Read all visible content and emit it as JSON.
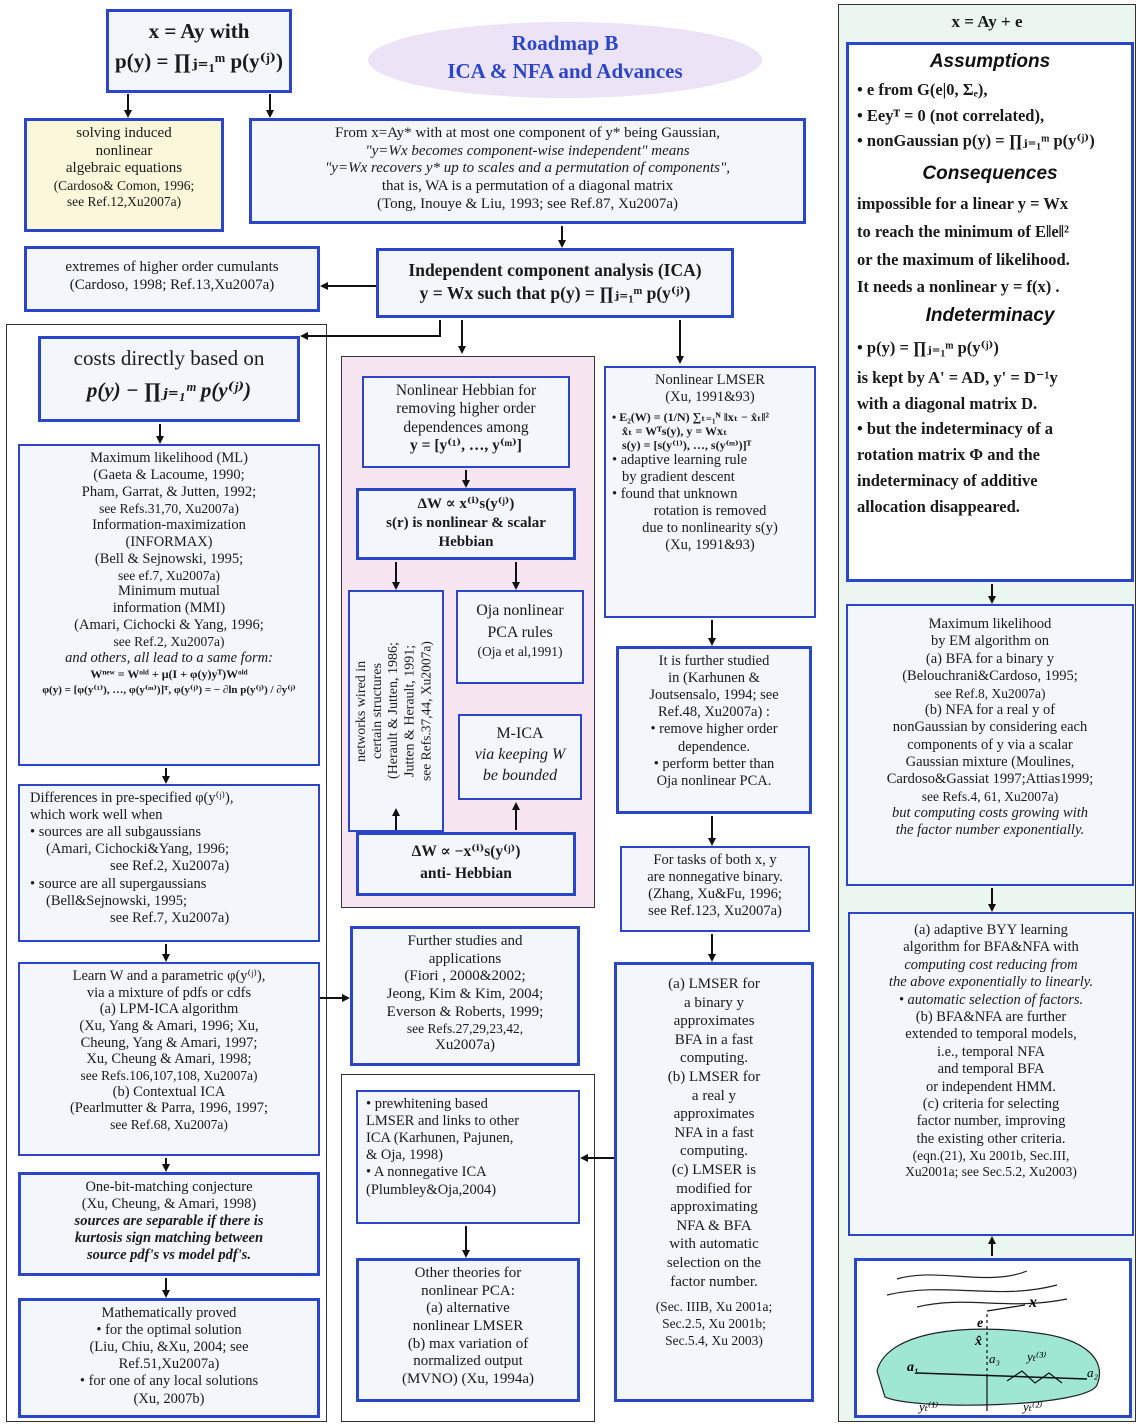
{
  "colors": {
    "box_border": "#2b46c8",
    "box_fill": "#f3f6fb",
    "pink_panel": "#f7e6f1",
    "mint_panel": "#eaf6ee",
    "title_text": "#2b46c8",
    "title_ellipse": "#ece4f6"
  },
  "top_eq": {
    "line1": "x = Ay with",
    "line2": "p(y) = ∏ⱼ₌₁ᵐ p(y⁽ʲ⁾)"
  },
  "title": {
    "line1": "Roadmap B",
    "line2": "ICA & NFA and Advances"
  },
  "solving": {
    "lines": [
      "solving induced",
      "nonlinear",
      "algebraic equations",
      "(Cardoso& Comon, 1996;",
      "see Ref.12,Xu2007a)"
    ]
  },
  "fromx": {
    "lines": [
      "From x=Ay* with at most one component of  y* being Gaussian,",
      "\"y=Wx becomes component-wise independent\" means",
      "\"y=Wx recovers y* up to scales and a permutation of components\",",
      "that is, WA is a permutation of a diagonal matrix",
      "(Tong, Inouye & Liu, 1993; see Ref.87, Xu2007a)"
    ]
  },
  "extremes": {
    "lines": [
      "extremes of higher order cumulants",
      "(Cardoso, 1998; Ref.13,Xu2007a)"
    ]
  },
  "ica": {
    "line1": "Independent component analysis (ICA)",
    "line2": "y = Wx such that p(y) = ∏ⱼ₌₁ᵐ p(y⁽ʲ⁾)"
  },
  "costs": {
    "line1": "costs directly based on",
    "line2": "p(y) − ∏ⱼ₌₁ᵐ p(y⁽ʲ⁾)"
  },
  "ml": {
    "lines": [
      "Maximum likelihood (ML)",
      "(Gaeta & Lacoume, 1990;",
      "Pham, Garrat, & Jutten, 1992;",
      "see Refs.31,70, Xu2007a)",
      "Information-maximization",
      "(INFORMAX)",
      "(Bell & Sejnowski, 1995;",
      "see ef.7, Xu2007a)",
      "Minimum mutual",
      "information (MMI)",
      "(Amari, Cichocki & Yang, 1996;",
      "see Ref.2, Xu2007a)"
    ],
    "and_others": "and others, all lead to a same form:",
    "eq1": "Wⁿᵉʷ = Wᵒˡᵈ + μ(I + φ(y)yᵀ)Wᵒˡᵈ",
    "eq2": "φ(y) = [φ(y⁽¹⁾), …, φ(y⁽ᵐ⁾)]ᵀ,  φ(y⁽ʲ⁾) = − ∂ln p(y⁽ʲ⁾) / ∂y⁽ʲ⁾"
  },
  "differences": {
    "lines": [
      "Differences in pre-specified φ(y⁽ʲ⁾),",
      "which work well when",
      "• sources are all subgaussians",
      "(Amari, Cichocki&Yang, 1996;",
      "see Ref.2, Xu2007a)",
      "• source are all supergaussians",
      "(Bell&Sejnowski, 1995;",
      "see Ref.7, Xu2007a)"
    ]
  },
  "learn": {
    "lines": [
      "Learn W and a parametric φ(y⁽ʲ⁾),",
      "via a mixture of pdfs or cdfs",
      "(a) LPM-ICA algorithm",
      "(Xu, Yang & Amari, 1996; Xu,",
      "Cheung, Yang & Amari, 1997;",
      "Xu, Cheung & Amari, 1998;",
      "see Refs.106,107,108, Xu2007a)",
      "(b) Contextual ICA",
      "(Pearlmutter & Parra, 1996, 1997;",
      "see Ref.68, Xu2007a)"
    ]
  },
  "onebit": {
    "lines": [
      "One-bit-matching conjecture",
      "(Xu, Cheung, & Amari, 1998)",
      "sources are separable if there is",
      "kurtosis sign matching between",
      "source pdf's vs model pdf's."
    ]
  },
  "proved": {
    "lines": [
      "Mathematically proved",
      "• for the optimal solution",
      "(Liu, Chiu, &Xu, 2004; see",
      "Ref.51,Xu2007a)",
      "• for one of any local solutions",
      "(Xu, 2007b)"
    ]
  },
  "hebb": {
    "lines": [
      "Nonlinear Hebbian for",
      "removing higher order",
      "dependences among",
      "y = [y⁽¹⁾, …, y⁽ᵐ⁾]"
    ]
  },
  "dw_hebb": {
    "line1": "ΔW ∝ x⁽ⁱ⁾s(y⁽ʲ⁾)",
    "line2": "s(r) is nonlinear & scalar",
    "line3": "Hebbian"
  },
  "networks": {
    "lines": [
      "networks wired in",
      "certain structures",
      "(Herault & Jutten, 1986;",
      "Jutten & Herault, 1991;",
      "see Refs.37,44, Xu2007a)"
    ]
  },
  "oja": {
    "lines": [
      "Oja nonlinear",
      "PCA rules",
      "(Oja et al,1991)"
    ]
  },
  "mica": {
    "lines": [
      "M-ICA",
      "via keeping W",
      "be bounded"
    ]
  },
  "dw_anti": {
    "line1": "ΔW ∝ −x⁽ⁱ⁾s(y⁽ʲ⁾)",
    "line2": "anti- Hebbian"
  },
  "further": {
    "lines": [
      "Further studies and",
      "applications",
      "(Fiori , 2000&2002;",
      "Jeong, Kim & Kim, 2004;",
      "Everson & Roberts, 1999;",
      "see Refs.27,29,23,42,",
      "Xu2007a)"
    ]
  },
  "prewhite": {
    "lines": [
      "• prewhitening based",
      "LMSER and links to other",
      "ICA (Karhunen, Pajunen,",
      "& Oja, 1998)",
      "• A nonnegative ICA",
      "(Plumbley&Oja,2004)"
    ]
  },
  "other": {
    "lines": [
      "Other theories for",
      "nonlinear PCA:",
      "(a)   alternative",
      "nonlinear LMSER",
      "(b) max variation of",
      "normalized output",
      "(MVNO) (Xu, 1994a)"
    ]
  },
  "lmser": {
    "line1": "Nonlinear LMSER",
    "line2": "(Xu, 1991&93)",
    "eqs": [
      "• E₂(W) = (1/N) ∑ₜ₌₁ᴺ ‖xₜ − x̂ₜ‖²",
      "x̂ₜ = Wᵀs(y), y = Wxₜ",
      "s(y) = [s(y⁽¹⁾), …, s(y⁽ᵐ⁾)]ᵀ"
    ],
    "lines": [
      "• adaptive learning rule",
      "by gradient descent",
      "• found that unknown",
      "rotation is removed",
      "due to nonlinearity s(y)",
      "(Xu, 1991&93)"
    ]
  },
  "studied": {
    "lines": [
      "It is further studied",
      "in (Karhunen &",
      "Joutsensalo, 1994; see",
      "Ref.48, Xu2007a) :",
      "• remove higher order",
      "dependence.",
      "• perform better than",
      "Oja nonlinear PCA."
    ]
  },
  "tasks": {
    "lines": [
      "For tasks of both x, y",
      "are nonnegative binary.",
      "(Zhang, Xu&Fu, 1996;",
      "see Ref.123, Xu2007a)"
    ]
  },
  "binary": {
    "lines": [
      "(a)   LMSER for",
      "a binary y",
      "approximates",
      "BFA in a fast",
      "computing.",
      "(b) LMSER for",
      "a real y",
      "approximates",
      "NFA in a fast",
      "computing.",
      "(c) LMSER is",
      "modified for",
      "approximating",
      "NFA & BFA",
      "with automatic",
      "selection on the",
      "factor number.",
      "",
      "(Sec. IIIB, Xu 2001a;",
      "Sec.2.5, Xu 2001b;",
      "Sec.5.4, Xu 2003)"
    ]
  },
  "right": {
    "header": "x = Ay + e",
    "assumptions": "Assumptions",
    "a1": "e  from  G(e|0, Σₑ),",
    "a2": "Eeyᵀ = 0     (not correlated),",
    "a3": "nonGaussian   p(y) = ∏ⱼ₌₁ᵐ p(y⁽ʲ⁾)",
    "consequences": "Consequences",
    "c_lines": [
      "impossible for a linear  y = Wx",
      "to reach the minimum of  E‖e‖²",
      "or the maximum of likelihood.",
      "It needs a nonlinear  y = f(x) ."
    ],
    "indeterminacy": "Indeterminacy",
    "i1": "p(y) = ∏ⱼ₌₁ᵐ p(y⁽ʲ⁾)",
    "i_lines": [
      "is kept by  A' = AD, y' = D⁻¹y",
      "with a diagonal  matrix  D.",
      "• but the indeterminacy of a",
      "rotation matrix  Φ  and the",
      "indeterminacy of additive",
      "allocation disappeared."
    ]
  },
  "ml_em": {
    "lines": [
      "Maximum likelihood",
      "by EM algorithm on",
      "(a) BFA for a binary y",
      "(Belouchrani&Cardoso, 1995;",
      "see Ref.8, Xu2007a)",
      "(b) NFA for a real y of",
      "nonGaussian by considering each",
      "components of y via a scalar",
      "Gaussian mixture (Moulines,",
      "Cardoso&Gassiat 1997;Attias1999;",
      "see Refs.4, 61, Xu2007a)",
      "but computing costs growing with",
      "the factor number exponentially."
    ]
  },
  "byy": {
    "lines": [
      "(a)    adaptive BYY learning",
      "algorithm for BFA&NFA with",
      "computing cost reducing from",
      "the above exponentially to linearly.",
      "• automatic selection of factors.",
      "(b) BFA&NFA are further",
      "extended to temporal models,",
      "i.e., temporal NFA",
      "and temporal BFA",
      "or independent HMM.",
      "(c)  criteria for selecting",
      "factor number, improving",
      "the existing other criteria.",
      "(eqn.(21), Xu 2001b, Sec.III,",
      "Xu2001a; see Sec.5.2, Xu2003)"
    ]
  },
  "figure": {
    "labels": [
      "x",
      "e",
      "x̂",
      "a₁",
      "a₃",
      "a₂",
      "yₜ⁽³⁾",
      "yₜ⁽¹⁾",
      "yₜ⁽²⁾"
    ]
  }
}
